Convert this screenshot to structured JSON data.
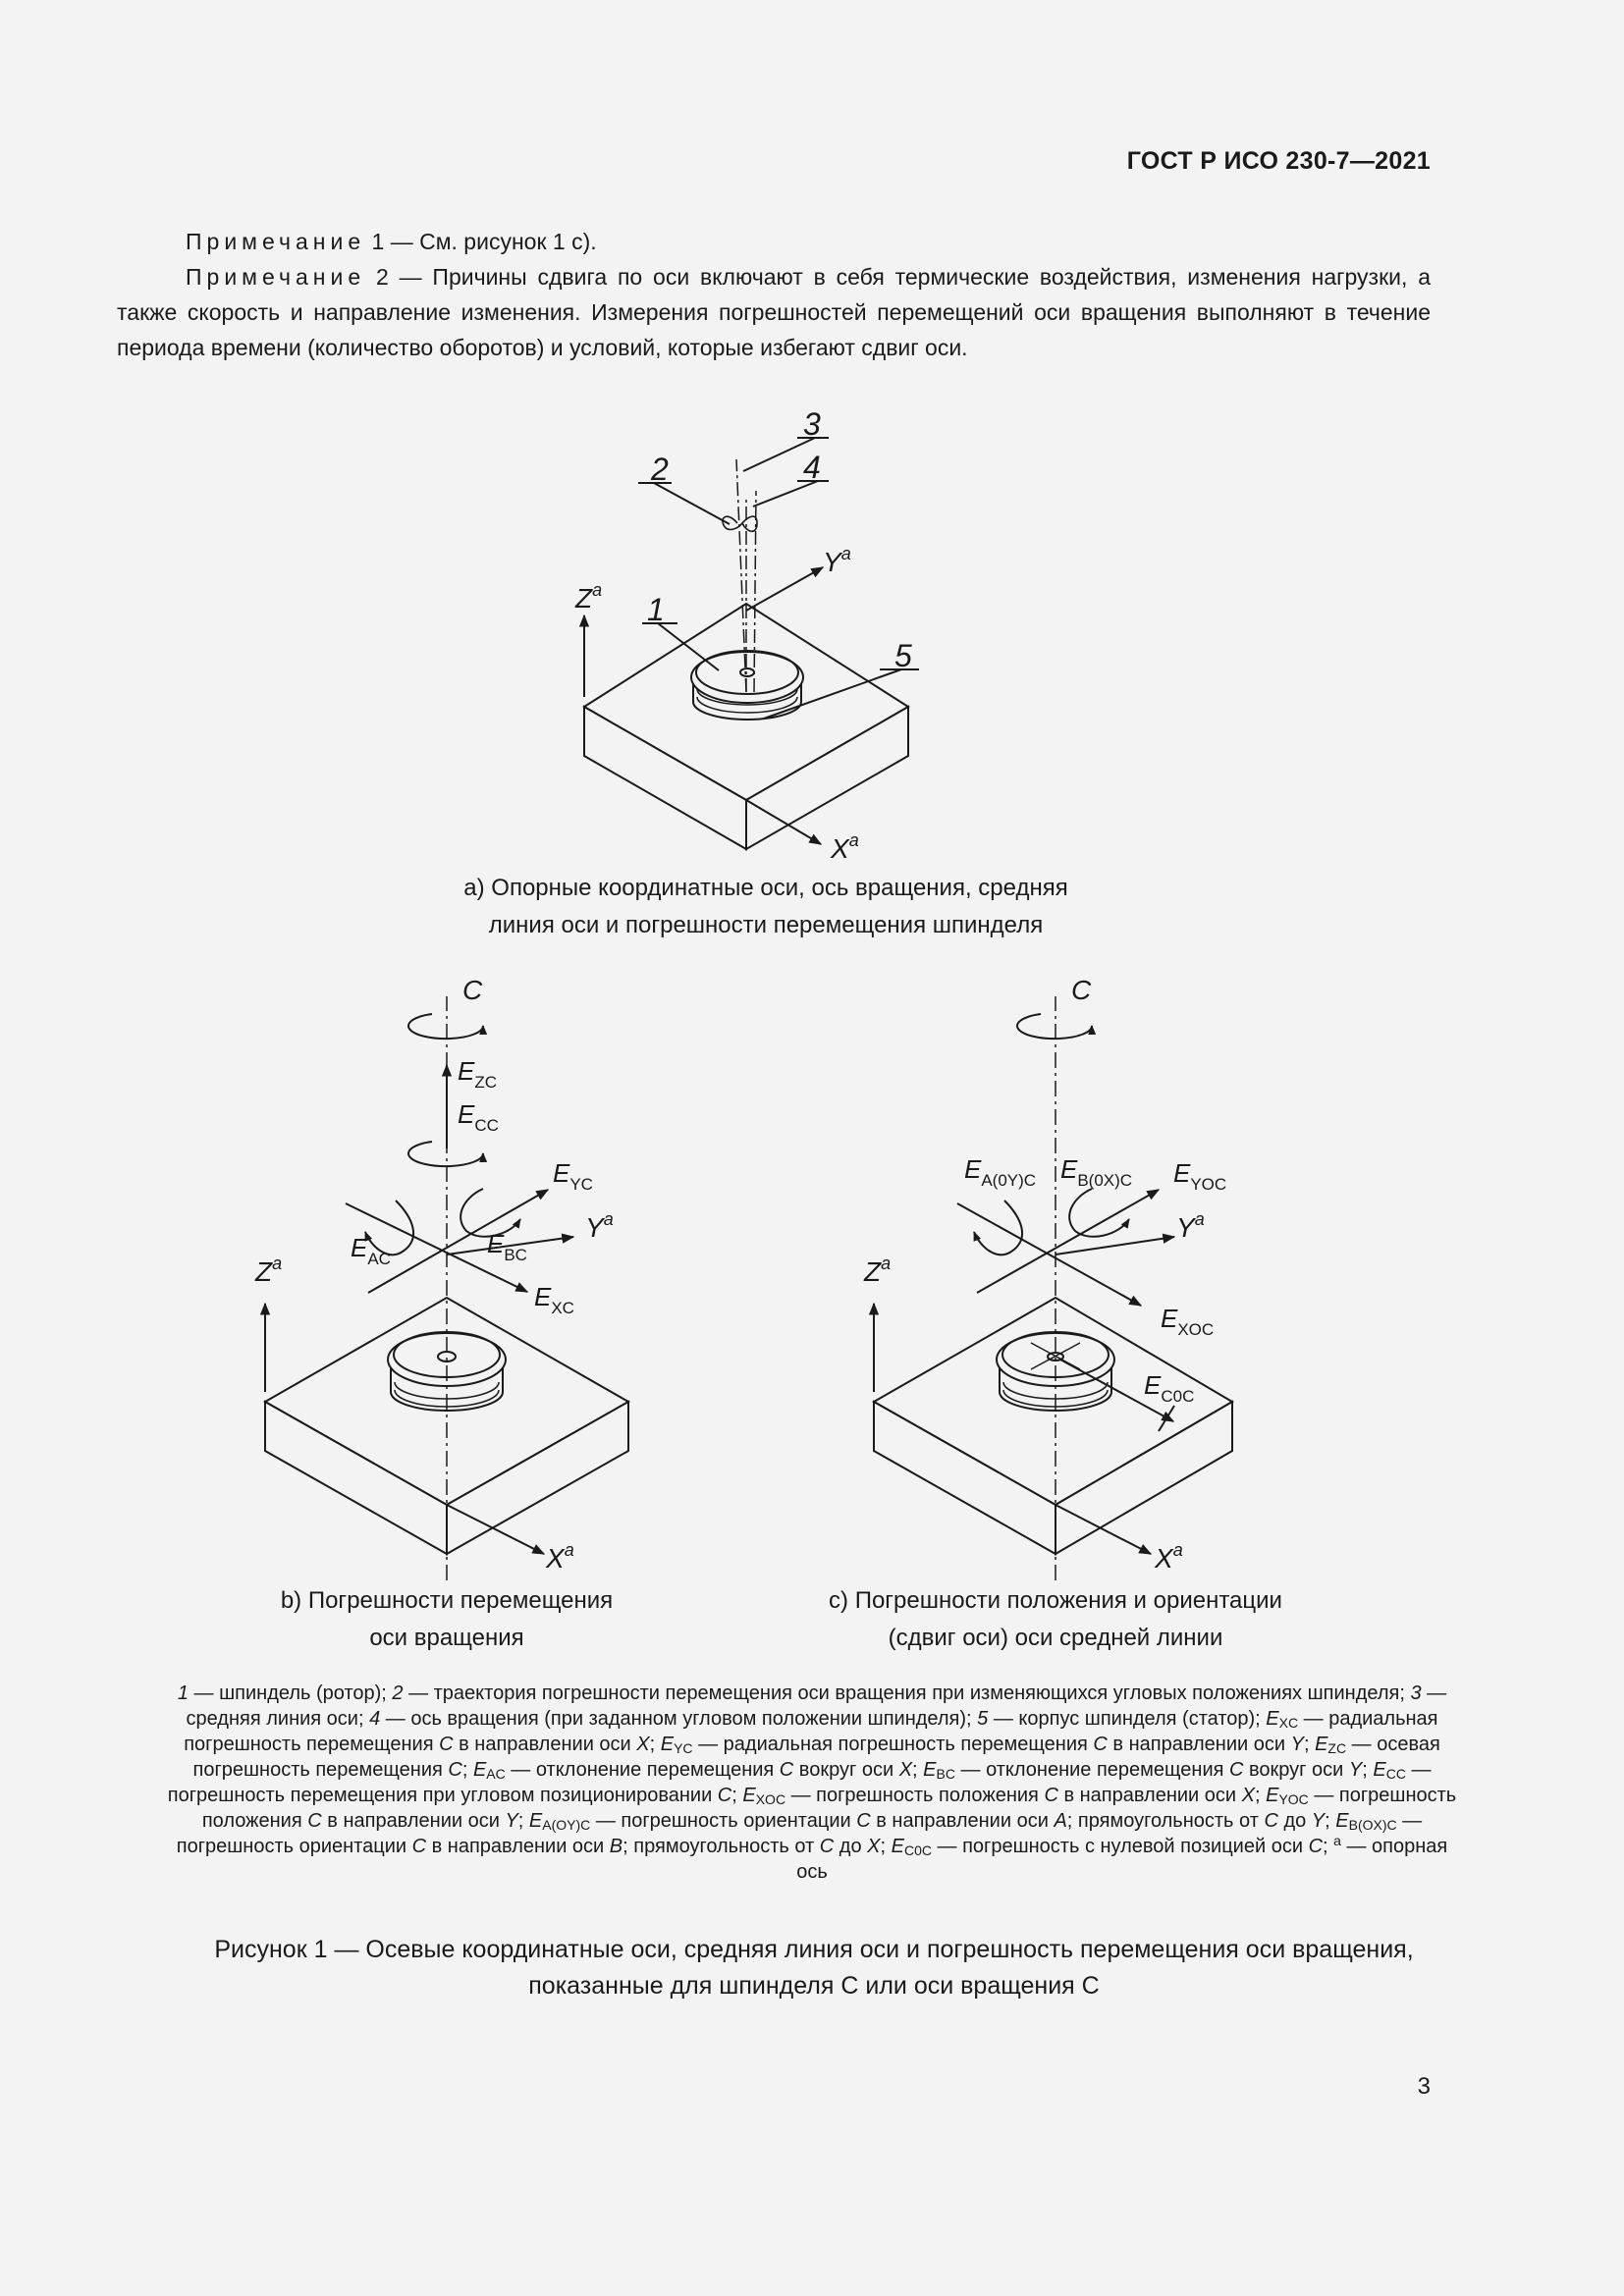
{
  "header": {
    "doc_id": "ГОСТ Р ИСО 230-7—2021"
  },
  "notes": [
    {
      "label": "Примечание",
      "number": "1",
      "text": "— См. рисунок 1 с)."
    },
    {
      "label": "Примечание",
      "number": "2",
      "text": "— Причины сдвига по оси включают в себя термические воздействия, изменения нагрузки, а также скорость и направление изменения. Измерения погрешностей перемещений оси вращения выполняют в течение периода времени (количество оборотов) и условий, которые избегают сдвиг оси."
    }
  ],
  "figure_a": {
    "caption_line1": "а) Опорные координатные оси, ось вращения, средняя",
    "caption_line2": "линия оси и погрешности перемещения шпинделя",
    "callouts": [
      "1",
      "2",
      "3",
      "4",
      "5"
    ],
    "axes": {
      "x": "X",
      "y": "Y",
      "z": "Z",
      "sup": "a"
    }
  },
  "figure_b": {
    "caption_line1": "b) Погрешности перемещения",
    "caption_line2": "оси вращения",
    "labels": {
      "c": "C",
      "ezc": {
        "main": "E",
        "sub": "ZC"
      },
      "ecc": {
        "main": "E",
        "sub": "CC"
      },
      "eyc": {
        "main": "E",
        "sub": "YC"
      },
      "eac": {
        "main": "E",
        "sub": "AC"
      },
      "ebc": {
        "main": "E",
        "sub": "BC"
      },
      "exc": {
        "main": "E",
        "sub": "XC"
      }
    },
    "axes": {
      "x": "X",
      "y": "Y",
      "z": "Z",
      "sup": "a"
    }
  },
  "figure_c": {
    "caption_line1": "c) Погрешности положения и ориентации",
    "caption_line2": "(сдвиг оси) оси средней линии",
    "labels": {
      "c": "C",
      "ea0yc": {
        "main": "E",
        "sub": "A(0Y)C"
      },
      "eb0xc": {
        "main": "E",
        "sub": "B(0X)C"
      },
      "eyoc": {
        "main": "E",
        "sub": "YOC"
      },
      "exoc": {
        "main": "E",
        "sub": "XOC"
      },
      "ec0c": {
        "main": "E",
        "sub": "C0C"
      }
    },
    "axes": {
      "x": "X",
      "y": "Y",
      "z": "Z",
      "sup": "a"
    }
  },
  "figure_title": {
    "line1": "Рисунок 1 — Осевые координатные оси, средняя линия оси и погрешность перемещения оси вращения,",
    "line2": "показанные для шпинделя C или оси вращения C"
  },
  "page_number": "3"
}
